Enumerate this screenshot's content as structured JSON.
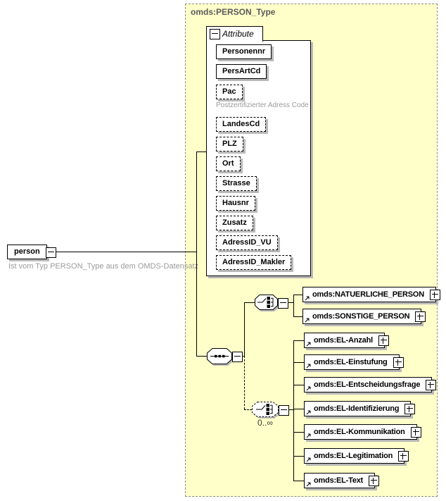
{
  "container": {
    "title": "omds:PERSON_Type"
  },
  "root": {
    "label": "person",
    "caption": "Ist vom Typ PERSON_Type aus dem OMDS-Datensatz"
  },
  "attributes": {
    "header": "Attribute",
    "items": [
      {
        "name": "Personennr",
        "required": true
      },
      {
        "name": "PersArtCd",
        "required": true
      },
      {
        "name": "Pac",
        "required": false,
        "caption": "Postzertifizierter Adress Code"
      },
      {
        "name": "LandesCd",
        "required": false
      },
      {
        "name": "PLZ",
        "required": false
      },
      {
        "name": "Ort",
        "required": false
      },
      {
        "name": "Strasse",
        "required": false
      },
      {
        "name": "Hausnr",
        "required": false
      },
      {
        "name": "Zusatz",
        "required": false
      },
      {
        "name": "AdressID_VU",
        "required": false
      },
      {
        "name": "AdressID_Makler",
        "required": false
      }
    ]
  },
  "person_choice": {
    "elements": [
      {
        "name": "omds:NATUERLICHE_PERSON"
      },
      {
        "name": "omds:SONSTIGE_PERSON"
      }
    ]
  },
  "el_choice": {
    "occurrence": "0..∞",
    "elements": [
      {
        "name": "omds:EL-Anzahl"
      },
      {
        "name": "omds:EL-Einstufung"
      },
      {
        "name": "omds:EL-Entscheidungsfrage"
      },
      {
        "name": "omds:EL-Identifizierung"
      },
      {
        "name": "omds:EL-Kommunikation"
      },
      {
        "name": "omds:EL-Legitimation"
      },
      {
        "name": "omds:EL-Text"
      }
    ]
  },
  "colors": {
    "container_fill": "#FFFFC9",
    "container_border": "#8A8A8A",
    "title_text": "#5A5A5A",
    "caption_text": "#9B9B9B",
    "node_border": "#000000",
    "shadow": "#B9B9B9"
  }
}
